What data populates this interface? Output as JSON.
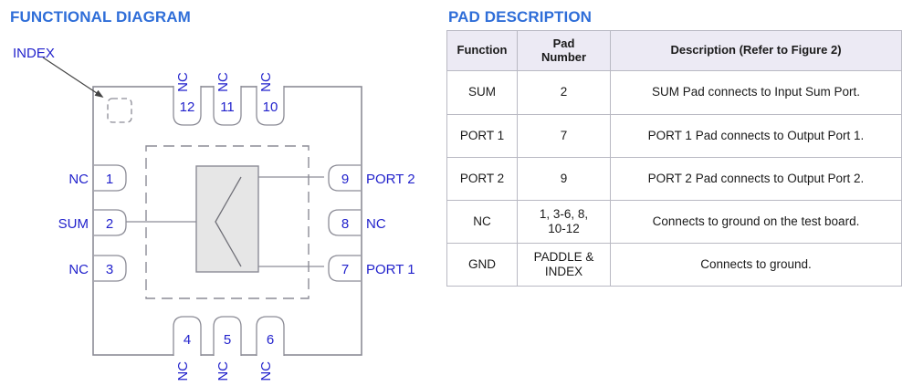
{
  "sections": {
    "functional_diagram": {
      "title": "FUNCTIONAL DIAGRAM",
      "index_label": "INDEX",
      "pins": {
        "left": [
          {
            "number": "1",
            "label": "NC"
          },
          {
            "number": "2",
            "label": "SUM"
          },
          {
            "number": "3",
            "label": "NC"
          }
        ],
        "bottom": [
          {
            "number": "4",
            "label": "NC"
          },
          {
            "number": "5",
            "label": "NC"
          },
          {
            "number": "6",
            "label": "NC"
          }
        ],
        "right": [
          {
            "number": "7",
            "label": "PORT 1"
          },
          {
            "number": "8",
            "label": "NC"
          },
          {
            "number": "9",
            "label": "PORT 2"
          }
        ],
        "top": [
          {
            "number": "10",
            "label": "NC"
          },
          {
            "number": "11",
            "label": "NC"
          },
          {
            "number": "12",
            "label": "NC"
          }
        ]
      }
    },
    "pad_description": {
      "title": "PAD DESCRIPTION",
      "columns": [
        "Function",
        "Pad\nNumber",
        "Description (Refer to Figure 2)"
      ],
      "column_headers": {
        "function": "Function",
        "pad_number_line1": "Pad",
        "pad_number_line2": "Number",
        "description": "Description (Refer to Figure 2)"
      },
      "rows": [
        {
          "function": "SUM",
          "pad_number": "2",
          "pad_number_line1": "2",
          "pad_number_line2": "",
          "description": "SUM Pad connects to Input Sum Port."
        },
        {
          "function": "PORT 1",
          "pad_number": "7",
          "pad_number_line1": "7",
          "pad_number_line2": "",
          "description": "PORT 1 Pad connects to Output Port 1."
        },
        {
          "function": "PORT 2",
          "pad_number": "9",
          "pad_number_line1": "9",
          "pad_number_line2": "",
          "description": "PORT 2 Pad connects to Output Port 2."
        },
        {
          "function": "NC",
          "pad_number": "1, 3-6, 8, 10-12",
          "pad_number_line1": "1, 3-6, 8,",
          "pad_number_line2": "10-12",
          "description": "Connects to ground on the test board."
        },
        {
          "function": "GND",
          "pad_number": "PADDLE & INDEX",
          "pad_number_line1": "PADDLE &",
          "pad_number_line2": "INDEX",
          "description": "Connects to ground."
        }
      ]
    }
  },
  "colors": {
    "heading_blue": "#2f6ed8",
    "pin_blue": "#2222cc",
    "outline_gray": "#8c8c96",
    "body_fill": "#e6e6e6",
    "table_header_bg": "#eceaf4",
    "table_border": "#b9b9c3"
  }
}
